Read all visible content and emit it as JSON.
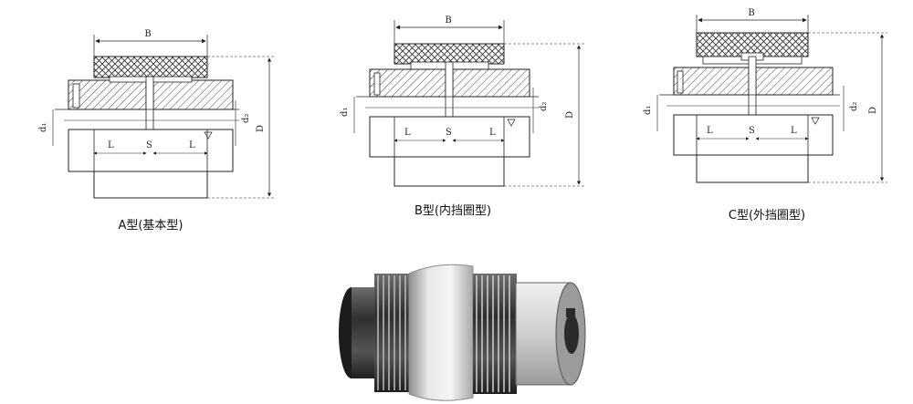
{
  "diagrams": [
    {
      "id": "a",
      "caption": "A型(基本型)",
      "labels": {
        "B": "B",
        "L_left": "L",
        "S": "S",
        "L_right": "L",
        "d1": "d₁",
        "d2": "d₂",
        "D": "D"
      }
    },
    {
      "id": "b",
      "caption": "B型(内挡圈型)",
      "labels": {
        "B": "B",
        "L_left": "L",
        "S": "S",
        "L_right": "L",
        "d1": "d₁",
        "d2": "d₂",
        "D": "D"
      }
    },
    {
      "id": "c",
      "caption": "C型(外挡圈型)",
      "labels": {
        "B": "B",
        "L_left": "L",
        "S": "S",
        "L_right": "L",
        "d1": "d₁",
        "d2": "d₂",
        "D": "D"
      }
    }
  ],
  "colors": {
    "line": "#222222",
    "hatch": "#444444",
    "steel_dark": "#3a3a3a",
    "steel_light": "#d9d9d9"
  },
  "photo": {
    "icon": "drum-gear-coupling-photo"
  }
}
